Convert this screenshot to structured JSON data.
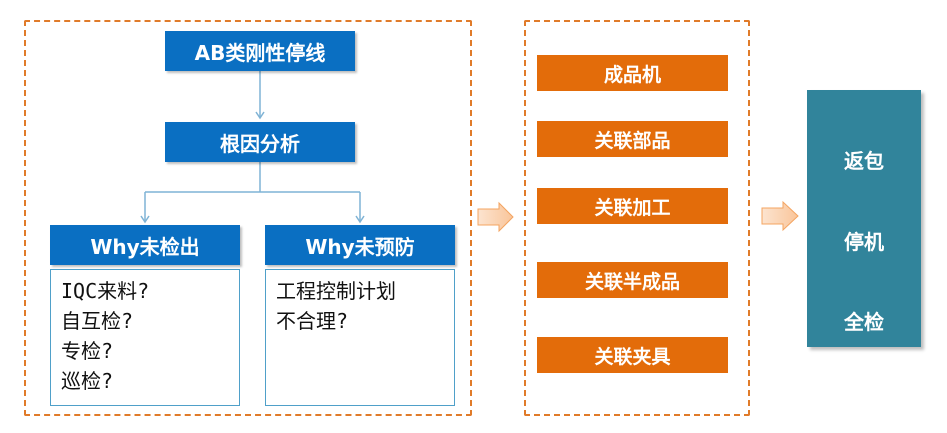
{
  "root": "AB类刚性停线",
  "cause": "根因分析",
  "branches": [
    {
      "title": "Why未检出",
      "items": [
        "IQC来料?",
        "自互检?",
        "专检?",
        "巡检?"
      ]
    },
    {
      "title": "Why未预防",
      "items": [
        "工程控制计划",
        "不合理?"
      ]
    }
  ],
  "related": [
    "成品机",
    "关联部品",
    "关联加工",
    "关联半成品",
    "关联夹具"
  ],
  "actions": [
    "返包",
    "停机",
    "全检"
  ],
  "colors": {
    "blue": "#0A6FC2",
    "orange": "#E36C0A",
    "teal": "#31849B",
    "dash": "#E07B2A",
    "connector": "#7FB3D5"
  }
}
